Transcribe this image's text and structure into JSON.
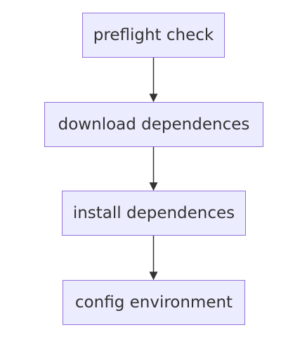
{
  "diagram": {
    "colors": {
      "node_fill": "#ececff",
      "node_border": "#9370db",
      "text": "#333333",
      "edge": "#333333"
    },
    "nodes": [
      {
        "id": "preflight",
        "label": "preflight check"
      },
      {
        "id": "download",
        "label": "download dependences"
      },
      {
        "id": "install",
        "label": "install dependences"
      },
      {
        "id": "config",
        "label": "config environment"
      }
    ],
    "edges": [
      {
        "from": "preflight",
        "to": "download"
      },
      {
        "from": "download",
        "to": "install"
      },
      {
        "from": "install",
        "to": "config"
      }
    ]
  }
}
